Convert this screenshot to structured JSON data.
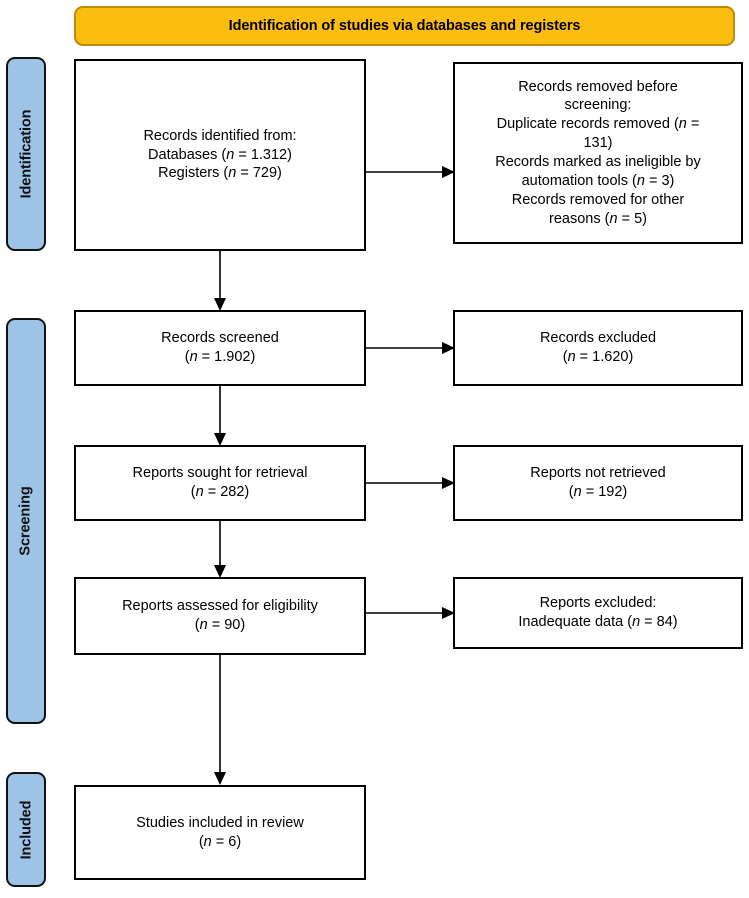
{
  "banner": {
    "title": "Identification of studies via databases and registers",
    "fill": "#FBBE10",
    "border": "#C08A06"
  },
  "stages": {
    "fill": "#9DC3E6",
    "identification": "Identification",
    "screening": "Screening",
    "included": "Included"
  },
  "flow": {
    "identified": {
      "line1": "Records identified from:",
      "line2_label": "Databases (",
      "line2_n": "n",
      "line2_value": " = 1.312)",
      "line3_label": "Registers (",
      "line3_n": "n",
      "line3_value": " = 729)"
    },
    "removed": {
      "line1": "Records removed before",
      "line2": "screening:",
      "line3_label": "Duplicate records removed  (",
      "line3_n": "n",
      "line3_value": " =",
      "line4": "131)",
      "line5": "Records marked as ineligible by",
      "line6_label": "automation tools (",
      "line6_n": "n",
      "line6_value": " = 3)",
      "line7": "Records removed for other",
      "line8_label": "reasons (",
      "line8_n": "n",
      "line8_value": " = 5)"
    },
    "screened": {
      "line1": "Records screened",
      "line2_open": "(",
      "line2_n": "n",
      "line2_value": " = 1.902)"
    },
    "excluded": {
      "line1": "Records excluded",
      "line2_open": "(",
      "line2_n": "n",
      "line2_value": " = 1.620)"
    },
    "sought": {
      "line1": "Reports sought for retrieval",
      "line2_open": "(",
      "line2_n": "n",
      "line2_value": " = 282)"
    },
    "notretrieved": {
      "line1": "Reports not retrieved",
      "line2_open": "(",
      "line2_n": "n",
      "line2_value": " = 192)"
    },
    "assessed": {
      "line1": "Reports assessed for eligibility",
      "line2_open": "(",
      "line2_n": "n",
      "line2_value": " = 90)"
    },
    "repexcluded": {
      "line1": "Reports excluded:",
      "line2_label": "Inadequate data (",
      "line2_n": "n",
      "line2_value": " = 84)"
    },
    "included": {
      "line1": "Studies included in review",
      "line2_open": "(",
      "line2_n": "n",
      "line2_value": " = 6)"
    }
  },
  "chart_data": {
    "type": "diagram",
    "diagram_kind": "PRISMA 2020 flow diagram",
    "title": "Identification of studies via databases and registers",
    "stages": [
      "Identification",
      "Screening",
      "Included"
    ],
    "nodes": [
      {
        "id": "identified",
        "stage": "Identification",
        "column": "left",
        "label": "Records identified from: Databases (n = 1.312) Registers (n = 729)",
        "counts": {
          "Databases": 1312,
          "Registers": 729
        }
      },
      {
        "id": "removed",
        "stage": "Identification",
        "column": "right",
        "label": "Records removed before screening: Duplicate records removed (n = 131) Records marked as ineligible by automation tools (n = 3) Records removed for other reasons (n = 5)",
        "counts": {
          "Duplicate records removed": 131,
          "Marked ineligible by automation tools": 3,
          "Removed for other reasons": 5
        }
      },
      {
        "id": "screened",
        "stage": "Screening",
        "column": "left",
        "label": "Records screened (n = 1.902)",
        "count": 1902
      },
      {
        "id": "excluded",
        "stage": "Screening",
        "column": "right",
        "label": "Records excluded (n = 1.620)",
        "count": 1620
      },
      {
        "id": "sought",
        "stage": "Screening",
        "column": "left",
        "label": "Reports sought for retrieval (n = 282)",
        "count": 282
      },
      {
        "id": "notretrieved",
        "stage": "Screening",
        "column": "right",
        "label": "Reports not retrieved (n = 192)",
        "count": 192
      },
      {
        "id": "assessed",
        "stage": "Screening",
        "column": "left",
        "label": "Reports assessed for eligibility (n = 90)",
        "count": 90
      },
      {
        "id": "repexcluded",
        "stage": "Screening",
        "column": "right",
        "label": "Reports excluded: Inadequate data (n = 84)",
        "count": 84
      },
      {
        "id": "included",
        "stage": "Included",
        "column": "left",
        "label": "Studies included in review (n = 6)",
        "count": 6
      }
    ],
    "edges": [
      {
        "from": "identified",
        "to": "removed",
        "direction": "right"
      },
      {
        "from": "identified",
        "to": "screened",
        "direction": "down"
      },
      {
        "from": "screened",
        "to": "excluded",
        "direction": "right"
      },
      {
        "from": "screened",
        "to": "sought",
        "direction": "down"
      },
      {
        "from": "sought",
        "to": "notretrieved",
        "direction": "right"
      },
      {
        "from": "sought",
        "to": "assessed",
        "direction": "down"
      },
      {
        "from": "assessed",
        "to": "repexcluded",
        "direction": "right"
      },
      {
        "from": "assessed",
        "to": "included",
        "direction": "down"
      }
    ]
  }
}
